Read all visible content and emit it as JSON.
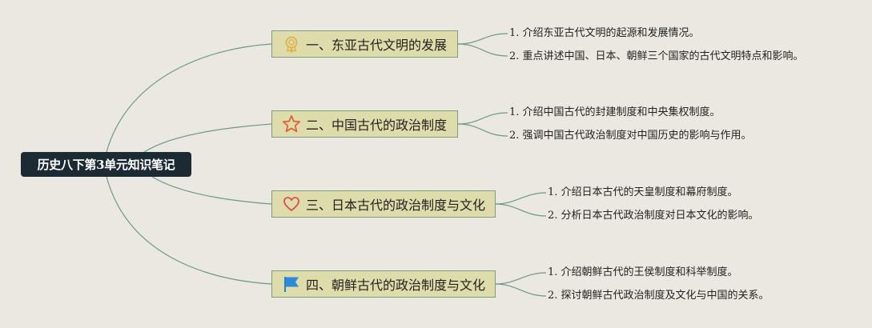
{
  "root": {
    "label": "历史八下第3单元知识笔记"
  },
  "branches": [
    {
      "label": "一、东亚古代文明的发展",
      "icon": "award-medal-icon",
      "children": [
        "1. 介绍东亚古代文明的起源和发展情况。",
        "2. 重点讲述中国、日本、朝鲜三个国家的古代文明特点和影响。"
      ]
    },
    {
      "label": "二、中国古代的政治制度",
      "icon": "star-icon",
      "children": [
        "1. 介绍中国古代的封建制度和中央集权制度。",
        "2. 强调中国古代政治制度对中国历史的影响与作用。"
      ]
    },
    {
      "label": "三、日本古代的政治制度与文化",
      "icon": "heart-icon",
      "children": [
        "1. 介绍日本古代的天皇制度和幕府制度。",
        "2. 分析日本古代政治制度对日本文化的影响。"
      ]
    },
    {
      "label": "四、朝鲜古代的政治制度与文化",
      "icon": "flag-icon",
      "children": [
        "1. 介绍朝鲜古代的王侯制度和科举制度。",
        "2. 探讨朝鲜古代政治制度及文化与中国的关系。"
      ]
    }
  ]
}
